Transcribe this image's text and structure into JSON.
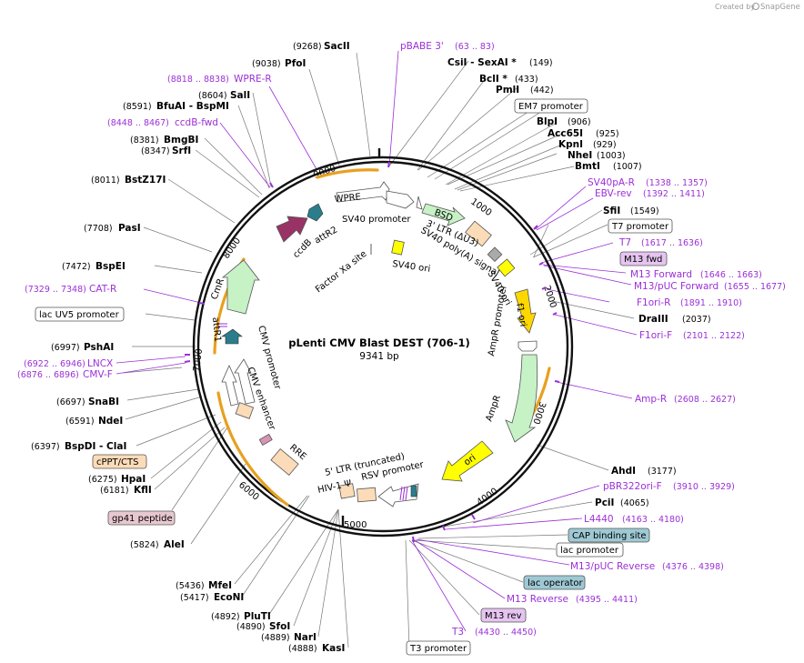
{
  "credit": {
    "prefix": "Created by",
    "brand": "SnapGene"
  },
  "plasmid": {
    "name": "pLenti CMV Blast DEST (706-1)",
    "size_label": "9341 bp",
    "length": 9341
  },
  "ticks": [
    "1000",
    "2000",
    "3000",
    "4000",
    "5000",
    "6000",
    "7000",
    "8000",
    "9000"
  ],
  "feature_labels": {
    "wpre": "WPRE",
    "sv40_promoter": "SV40 promoter",
    "bsd": "BSD",
    "ltr3": "3' LTR (ΔU3)",
    "sv40_polya": "SV40 poly(A) signal",
    "sv40_ori_inner": "SV40 ori",
    "sv40_ori": "SV40 ori",
    "factor_xa": "Factor Xa site",
    "ccdb": "ccdB",
    "attr2": "attR2",
    "cmr": "CmR",
    "attr1": "attR1",
    "cmv_promoter": "CMV promoter",
    "cmv_enhancer": "CMV enhancer",
    "f1_ori": "f1 ori",
    "ampr_promoter": "AmpR promoter",
    "ampr": "AmpR",
    "ori": "ori",
    "rre": "RRE",
    "ltr5": "5' LTR (truncated)",
    "hiv_psi": "HIV-1 Ψ",
    "rsv_promoter": "RSV promoter"
  },
  "enzymes": [
    {
      "name": "SacII",
      "pos": "(9268)"
    },
    {
      "name": "PfoI",
      "pos": "(9038)"
    },
    {
      "name": "SalI",
      "pos": "(8604)"
    },
    {
      "name": "BfuAI  -  BspMI",
      "pos": "(8591)"
    },
    {
      "name": "BmgBI",
      "pos": "(8381)"
    },
    {
      "name": "SrfI",
      "pos": "(8347)"
    },
    {
      "name": "BstZ17I",
      "pos": "(8011)"
    },
    {
      "name": "PasI",
      "pos": "(7708)"
    },
    {
      "name": "BspEI",
      "pos": "(7472)"
    },
    {
      "name": "PshAI",
      "pos": "(6997)"
    },
    {
      "name": "SnaBI",
      "pos": "(6697)"
    },
    {
      "name": "NdeI",
      "pos": "(6591)"
    },
    {
      "name": "BspDI  -  ClaI",
      "pos": "(6397)"
    },
    {
      "name": "HpaI",
      "pos": "(6275)"
    },
    {
      "name": "KflI",
      "pos": "(6181)"
    },
    {
      "name": "AleI",
      "pos": "(5824)"
    },
    {
      "name": "MfeI",
      "pos": "(5436)"
    },
    {
      "name": "EcoNI",
      "pos": "(5417)"
    },
    {
      "name": "PluTI",
      "pos": "(4892)"
    },
    {
      "name": "SfoI",
      "pos": "(4890)"
    },
    {
      "name": "NarI",
      "pos": "(4889)"
    },
    {
      "name": "KasI",
      "pos": "(4888)"
    },
    {
      "name": "CsiI  -  SexAI *",
      "pos": "(149)"
    },
    {
      "name": "BclI *",
      "pos": "(433)"
    },
    {
      "name": "PmlI",
      "pos": "(442)"
    },
    {
      "name": "BlpI",
      "pos": "(906)"
    },
    {
      "name": "Acc65I",
      "pos": "(925)"
    },
    {
      "name": "KpnI",
      "pos": "(929)"
    },
    {
      "name": "NheI",
      "pos": "(1003)"
    },
    {
      "name": "BmtI",
      "pos": "(1007)"
    },
    {
      "name": "SfiI",
      "pos": "(1549)"
    },
    {
      "name": "DraIII",
      "pos": "(2037)"
    },
    {
      "name": "AhdI",
      "pos": "(3177)"
    },
    {
      "name": "PciI",
      "pos": "(4065)"
    }
  ],
  "primers": [
    {
      "name": "pBABE 3'",
      "pos": "(63 .. 83)"
    },
    {
      "name": "WPRE-R",
      "pos": "(8818 .. 8838)"
    },
    {
      "name": "ccdB-fwd",
      "pos": "(8448 .. 8467)"
    },
    {
      "name": "CAT-R",
      "pos": "(7329 .. 7348)"
    },
    {
      "name": "LNCX",
      "pos": "(6922 .. 6946)"
    },
    {
      "name": "CMV-F",
      "pos": "(6876 .. 6896)"
    },
    {
      "name": "SV40pA-R",
      "pos": "(1338 .. 1357)"
    },
    {
      "name": "EBV-rev",
      "pos": "(1392 .. 1411)"
    },
    {
      "name": "T7",
      "pos": "(1617 .. 1636)"
    },
    {
      "name": "M13 Forward",
      "pos": "(1646 .. 1663)"
    },
    {
      "name": "M13/pUC Forward",
      "pos": "(1655 .. 1677)"
    },
    {
      "name": "F1ori-R",
      "pos": "(1891 .. 1910)"
    },
    {
      "name": "F1ori-F",
      "pos": "(2101 .. 2122)"
    },
    {
      "name": "Amp-R",
      "pos": "(2608 .. 2627)"
    },
    {
      "name": "pBR322ori-F",
      "pos": "(3910 .. 3929)"
    },
    {
      "name": "L4440",
      "pos": "(4163 .. 4180)"
    },
    {
      "name": "M13/pUC Reverse",
      "pos": "(4376 .. 4398)"
    },
    {
      "name": "M13 Reverse",
      "pos": "(4395 .. 4411)"
    },
    {
      "name": "T3",
      "pos": "(4430 .. 4450)"
    }
  ],
  "boxes": {
    "em7": "EM7 promoter",
    "t7prom": "T7 promoter",
    "m13fwd": "M13 fwd",
    "lacuv5": "lac UV5 promoter",
    "cppt": "cPPT/CTS",
    "gp41": "gp41 peptide",
    "cap": "CAP binding site",
    "lacprom": "lac promoter",
    "lacop": "lac operator",
    "m13rev": "M13 rev",
    "t3prom": "T3 promoter"
  },
  "colors": {
    "primer": "#9b30d6",
    "wpre": "#ffffff",
    "bsd": "#c6f2c6",
    "cmr": "#c6f2c6",
    "ampr": "#c6f2c6",
    "ori": "#ffff00",
    "f1ori": "#ffd700",
    "ccdb": "#993366",
    "attr": "#2b7d8c",
    "ltr": "#fcdcb8",
    "orange_arc": "#e8a020",
    "cppt_fill": "#fcdcb8",
    "gp41_fill": "#e8c8d0",
    "cap_fill": "#9ec9d4",
    "m13_fill": "#e5c4f0"
  }
}
